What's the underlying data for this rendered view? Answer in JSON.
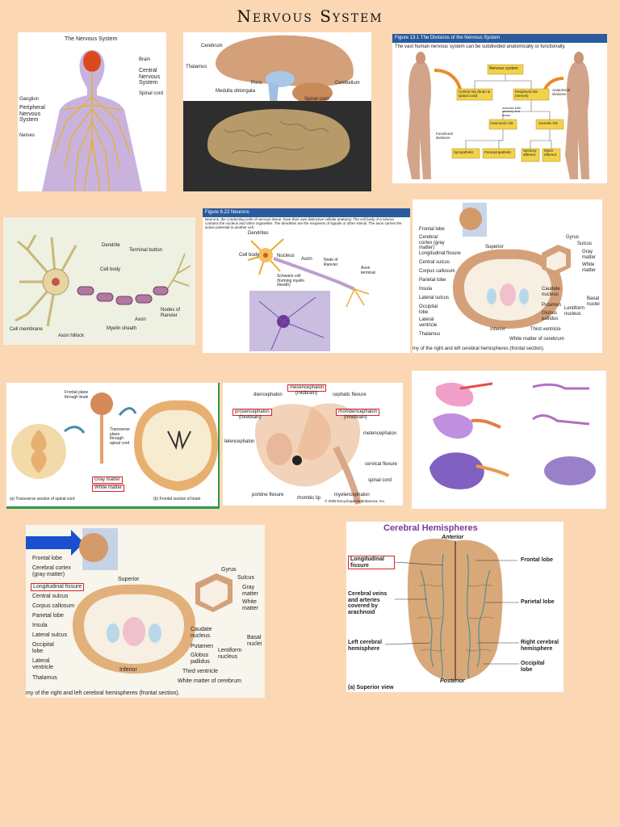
{
  "page": {
    "title": "Nervous System"
  },
  "panel_ns": {
    "title": "The Nervous System",
    "brain": "Brain",
    "cns": "Central Nervous System",
    "spinal_cord": "Spinal cord",
    "ganglion": "Ganglion",
    "pns": "Peripheral Nervous System",
    "nerves": "Nerves"
  },
  "panel_brain": {
    "cerebrum": "Cerebrum",
    "thalamus": "Thalamus",
    "pons": "Pons",
    "cerebellum": "Cerebellum",
    "medulla": "Medulla oblongata",
    "spinal_cord": "Spinal cord"
  },
  "panel_div": {
    "header": "Figure 13.1 The Divisions of the Nervous System",
    "intro": "The vast human nervous system can be subdivided anatomically or functionally.",
    "nervous_system": "Nervous system",
    "central": "Central NS (brain & spinal cord)",
    "peripheral": "Peripheral NS (nerves)",
    "anatomical": "Anatomical divisions",
    "autonomic": "Autonomic NS",
    "somatic": "Somatic NS",
    "includes": "includes both sensory and motor",
    "functional": "Functional divisions",
    "sympathetic": "Sympathetic",
    "parasympathetic": "Parasympathetic",
    "sensory": "Sensory afferent",
    "motor": "Motor efferent"
  },
  "panel_neuron": {
    "dendrite": "Dendrite",
    "terminal_button": "Terminal button",
    "cell_body": "Cell body",
    "nodes": "Nodes of Ranvier",
    "axon": "Axon",
    "myelin": "Myelin sheath",
    "membrane": "Cell membrane",
    "hillock": "Axon hillock"
  },
  "panel_neuron2": {
    "header": "Figure 6.22 Neurons",
    "text": "Neurons, the conducting cells of nervous tissue, have their own distinctive cellular anatomy. The cell body of a neuron contains the nucleus and other organelles. The dendrites are the recipients of signals or other stimuli. The axon carries the action potential to another cell.",
    "dendrites": "Dendrites",
    "cell_body": "Cell body",
    "nucleus": "Nucleus",
    "axon": "Axon",
    "node": "Node of Ranvier",
    "axon_terminal": "Axon terminal",
    "schwann": "Schwann cell (forming myelin sheath)"
  },
  "frontal_section": {
    "frontal_lobe": "Frontal lobe",
    "cortex": "Cerebral cortex (gray matter)",
    "long_fissure": "Longitudinal fissure",
    "central_sulcus": "Central sulcus",
    "corpus": "Corpus callosum",
    "parietal": "Parietal lobe",
    "insula": "Insula",
    "lateral_sulcus": "Lateral sulcus",
    "occipital": "Occipital lobe",
    "lateral_ventricle": "Lateral ventricle",
    "thalamus": "Thalamus",
    "superior": "Superior",
    "inferior": "Inferior",
    "gyrus": "Gyrus",
    "sulcus": "Sulcus",
    "gray": "Gray matter",
    "white": "White matter",
    "caudate": "Caudate nucleus",
    "putamen": "Putamen",
    "globus": "Globus pallidus",
    "lentiform": "Lentiform nucleus",
    "basal": "Basal nuclei",
    "third_ventricle": "Third ventricle",
    "white_cerebrum": "White matter of cerebrum",
    "caption": "my of the right and left cerebral hemispheres (frontal section)."
  },
  "panel_spinal": {
    "frontal_plane": "Frontal plane through brain",
    "transverse": "Transverse plane through spinal cord",
    "gray": "Gray matter",
    "white": "White matter",
    "caption_a": "(a) Transverse section of spinal cord",
    "caption_b": "(b) Frontal section of brain"
  },
  "panel_embryo": {
    "mesencephalon": "mesencephalon",
    "midbrain": "(midbrain)",
    "diencephalon": "diencephalon",
    "cephalic": "cephalic flexure",
    "prosencephalon": "prosencephalon",
    "forebrain": "(forebrain)",
    "rhombencephalon": "rhombencephalon",
    "hindbrain": "(hindbrain)",
    "metencephalon": "metencephalon",
    "telencephalon": "telencephalon",
    "cervical": "cervical flexure",
    "spinal_cord": "spinal cord",
    "pontine": "pontine flexure",
    "rhombic": "rhombic lip",
    "myelencephalon": "myelencephalon",
    "copyright": "© 2009 Encyclopædia Britannica, Inc."
  },
  "panel_hemi": {
    "title": "Cerebral Hemispheres",
    "anterior": "Anterior",
    "long_fissure": "Longitudinal fissure",
    "frontal": "Frontal lobe",
    "veins": "Cerebral veins and arteries covered by arachnoid",
    "parietal": "Parietal lobe",
    "left": "Left cerebral hemisphere",
    "right": "Right cerebral hemisphere",
    "occipital": "Occipital lobe",
    "posterior": "Posterior",
    "caption": "(a) Superior view"
  },
  "colors": {
    "background": "#fbd7b4",
    "nerve": "#e8b21c",
    "brain": "#e2b07a",
    "accent_red": "#d22222",
    "header_blue": "#2a5b9d"
  }
}
